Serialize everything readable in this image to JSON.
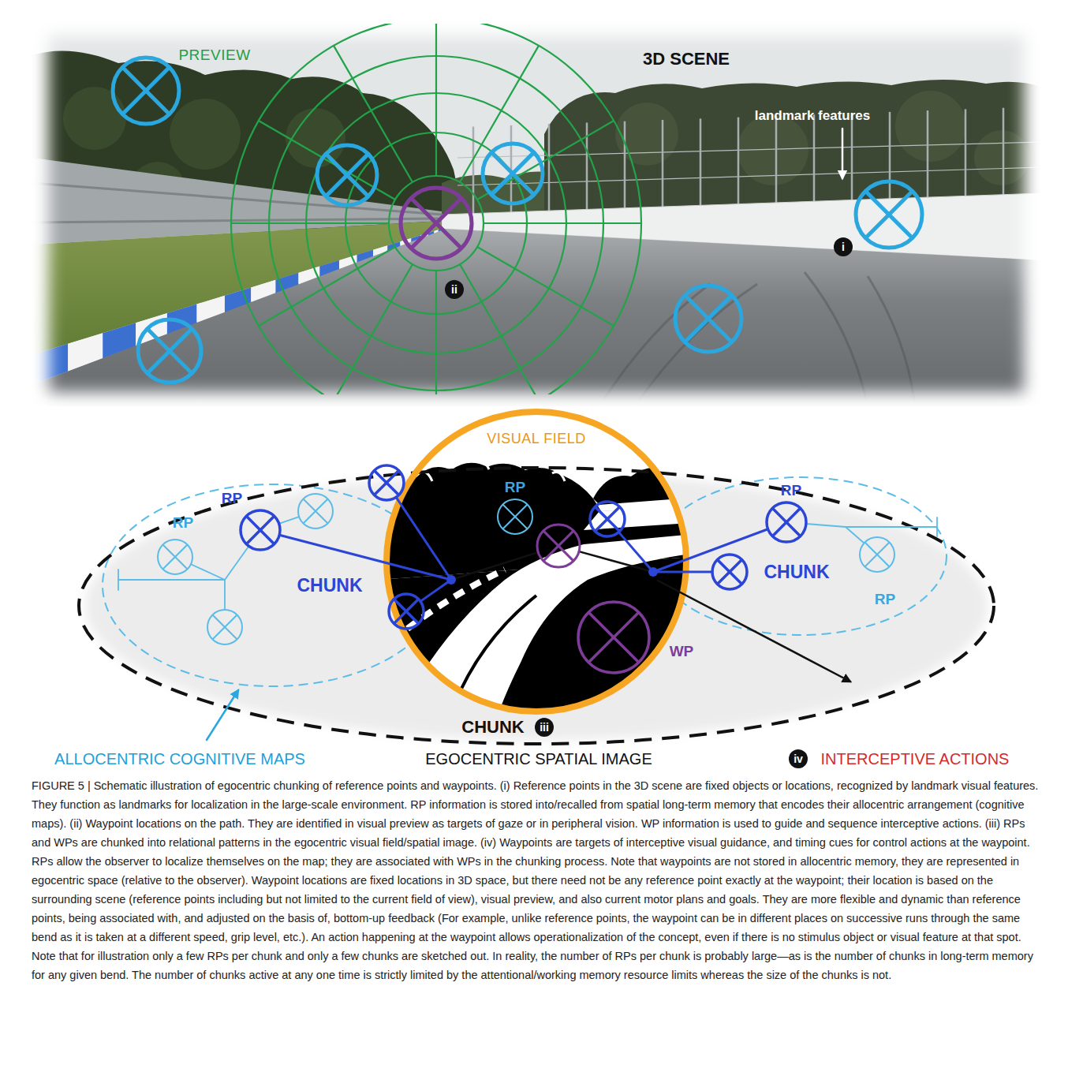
{
  "diagram": {
    "caption": "FIGURE 5 | Schematic illustration of egocentric chunking of reference points and waypoints. (i) Reference points in the 3D scene are fixed objects or locations, recognized by landmark visual features. They function as landmarks for localization in the large-scale environment. RP information is stored into/recalled from spatial long-term memory that encodes their allocentric arrangement (cognitive maps). (ii) Waypoint locations on the path. They are identified in visual preview as targets of gaze or in peripheral vision. WP information is used to guide and sequence interceptive actions. (iii) RPs and WPs are chunked into relational patterns in the egocentric visual field/spatial image. (iv) Waypoints are targets of interceptive visual guidance, and timing cues for control actions at the waypoint. RPs allow the observer to localize themselves on the map; they are associated with WPs in the chunking process. Note that waypoints are not stored in allocentric memory, they are represented in egocentric space (relative to the observer). Waypoint locations are fixed locations in 3D space, but there need not be any reference point exactly at the waypoint; their location is based on the surrounding scene (reference points including but not limited to the current field of view), visual preview, and also current motor plans and goals. They are more flexible and dynamic than reference points, being associated with, and adjusted on the basis of, bottom-up feedback (For example, unlike reference points, the waypoint can be in different places on successive runs through the same bend as it is taken at a different speed, grip level, etc.). An action happening at the waypoint allows operationalization of the concept, even if there is no stimulus object or visual feature at that spot. Note that for illustration only a few RPs per chunk and only a few chunks are sketched out. In reality, the number of RPs per chunk is probably large—as is the number of chunks in long-term memory for any given bend. The number of chunks active at any one time is strictly limited by the attentional/working memory resource limits whereas the size of the chunks is not.",
    "nodes": [
      {
        "text": [
          "CHUNK"
        ]
      },
      {
        "text": [
          "VISUAL FIELD"
        ],
        "in": 0
      }
    ],
    "labels": [
      "PREVIEW",
      "3D SCENE",
      "landmark features",
      "i",
      "ii",
      "RP",
      "RP",
      "RP",
      "RP",
      "CHUNK",
      "CHUNK",
      "WP",
      "RP",
      "iii",
      "ALLOCENTRIC COGNITIVE MAPS",
      "EGOCENTRIC SPATIAL IMAGE",
      "iv",
      "INTERCEPTIVE ACTIONS"
    ]
  }
}
